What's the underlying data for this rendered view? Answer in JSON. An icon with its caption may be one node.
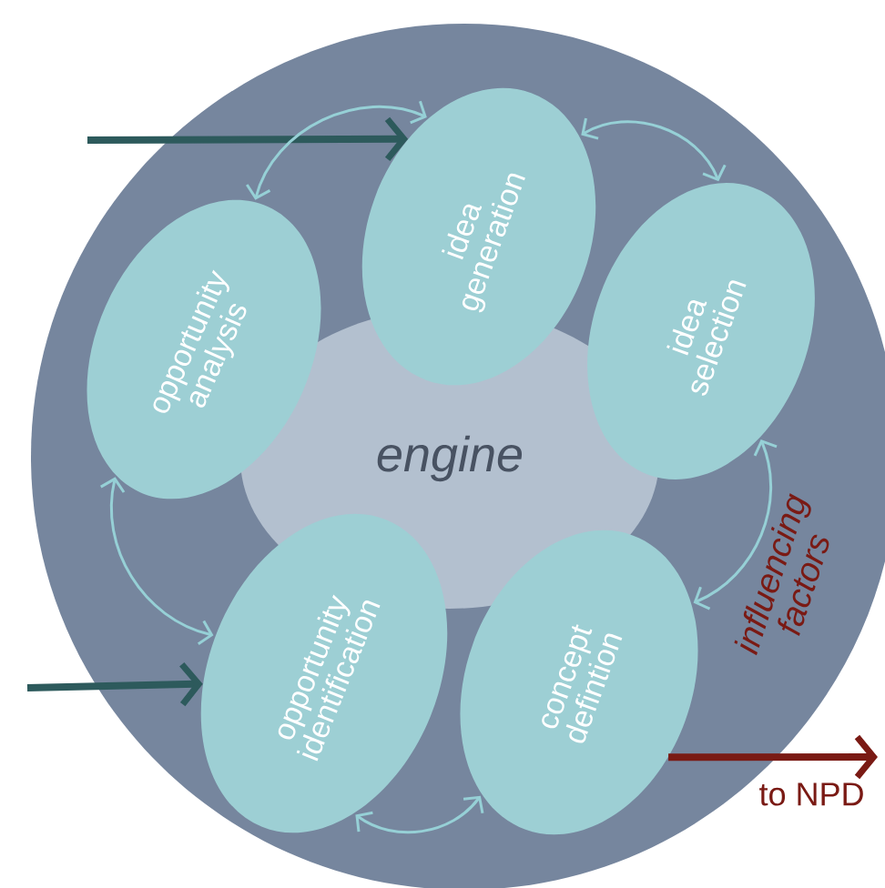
{
  "diagram": {
    "nodes": [
      {
        "text": [
          "influencing factors"
        ]
      },
      {
        "text": [
          "engine"
        ],
        "in": 0
      },
      {
        "text": [
          "opportunity analysis"
        ],
        "in": 0
      },
      {
        "text": [
          "idea generation"
        ],
        "in": 0
      },
      {
        "text": [
          "idea selection"
        ],
        "in": 0
      },
      {
        "text": [
          "concept defintion"
        ],
        "in": 0
      },
      {
        "text": [
          "opportunity identification"
        ],
        "in": 0
      }
    ],
    "edges": [
      {
        "from": null,
        "to": 3,
        "arrow": "to",
        "style": "thick",
        "color": "#2d5a5c"
      },
      {
        "from": null,
        "to": 6,
        "arrow": "to",
        "style": "thick",
        "color": "#2d5a5c"
      },
      {
        "from": 2,
        "to": 3,
        "arrow": "both"
      },
      {
        "from": 3,
        "to": 4,
        "arrow": "both"
      },
      {
        "from": 4,
        "to": 5,
        "arrow": "both"
      },
      {
        "from": 5,
        "to": 6,
        "arrow": "both"
      },
      {
        "from": 6,
        "to": 2,
        "arrow": "both"
      },
      {
        "from": 5,
        "to": null,
        "arrow": "to",
        "label": "to NPD",
        "style": "thick",
        "color": "#7a1a14"
      }
    ]
  }
}
